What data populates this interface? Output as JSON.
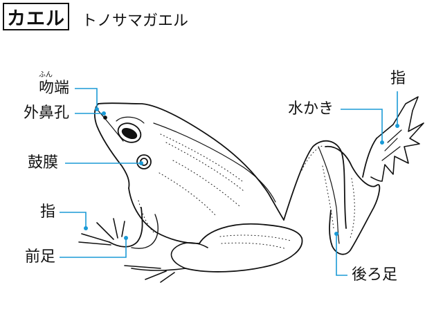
{
  "header": {
    "category": "カエル",
    "species": "トノサマガエル"
  },
  "labels": {
    "snout": "吻端",
    "snout_reading": "ふん",
    "nostril": "外鼻孔",
    "eardrum": "鼓膜",
    "finger": "指",
    "front_leg": "前足",
    "web": "水かき",
    "toe": "指",
    "hind_leg": "後ろ足"
  },
  "colors": {
    "leader_line": "#1a9ad6",
    "outline": "#111111"
  }
}
